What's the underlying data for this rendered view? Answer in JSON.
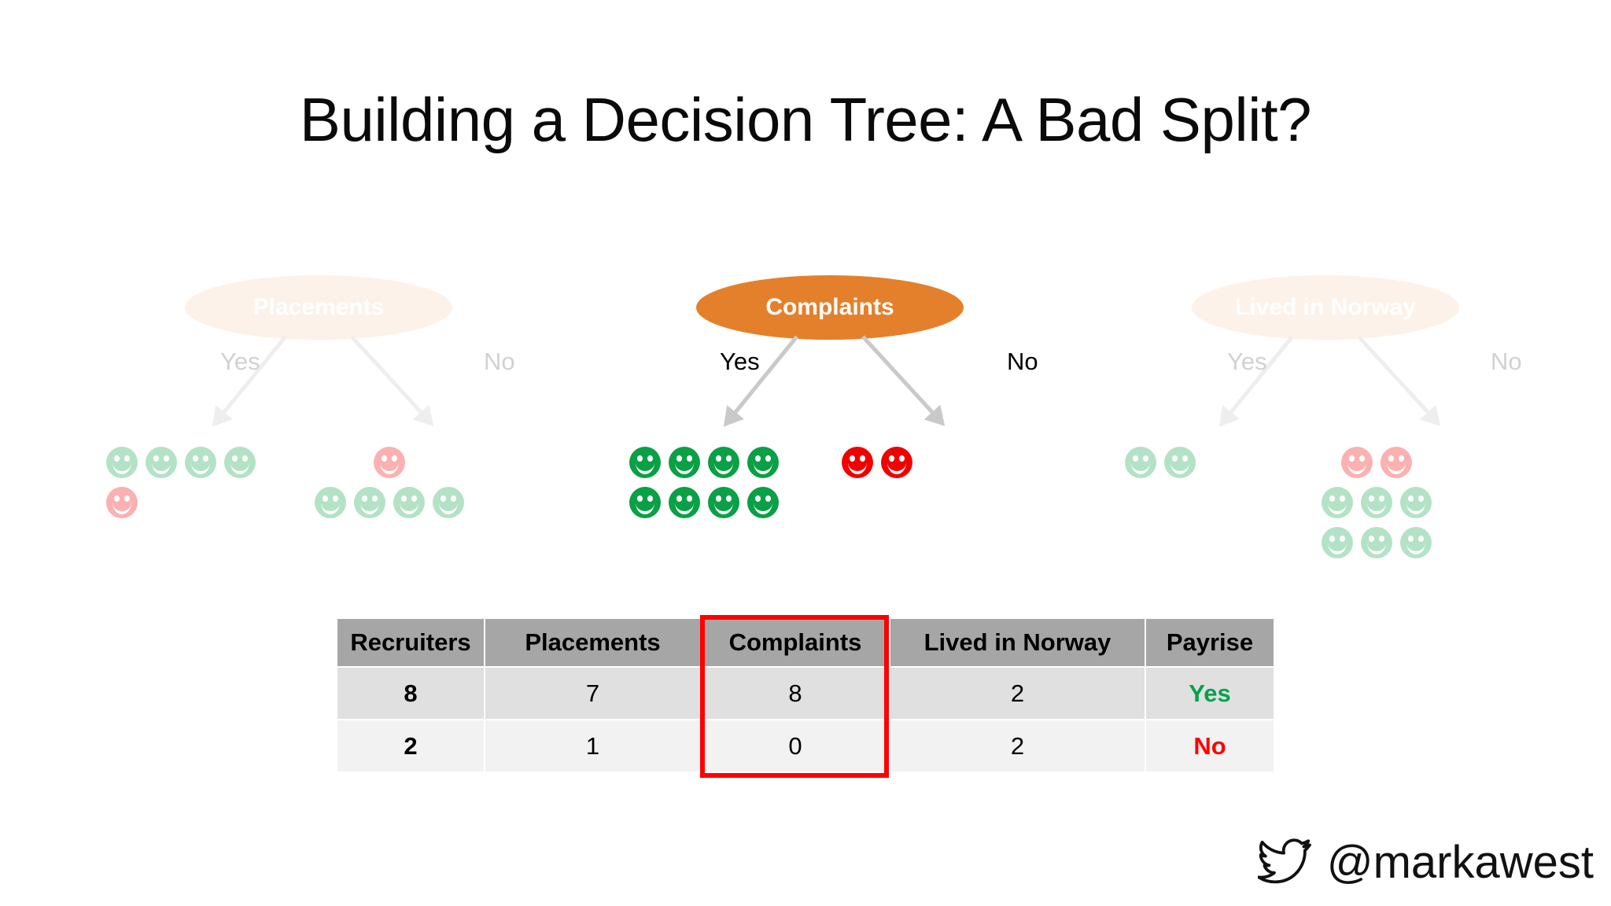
{
  "slide": {
    "title": "Building a Decision Tree: A Bad Split?",
    "background": "#ffffff"
  },
  "colors": {
    "node_active": "#e4802b",
    "node_faded": "#f7d6bd",
    "face_green": "#0aa045",
    "face_red": "#f20000",
    "face_green_faded": "#a8e0bd",
    "face_red_faded": "#f6b3b3",
    "arrow_gray": "#c9c9c9",
    "header_gray": "#a6a6a6",
    "row_alt_1": "#e0e0e0",
    "row_alt_2": "#f2f2f2",
    "highlight_red": "#ff0000",
    "payrise_yes": "#00a24b",
    "payrise_no": "#ff0000"
  },
  "trees": [
    {
      "id": "placements",
      "node_label": "Placements",
      "active": false,
      "yes_label": "Yes",
      "no_label": "No",
      "yes_branch": {
        "rows": [
          [
            "green",
            "green",
            "green",
            "green"
          ],
          [
            "red"
          ]
        ]
      },
      "no_branch": {
        "rows": [
          [
            "red"
          ],
          [
            "green",
            "green",
            "green",
            "green"
          ]
        ]
      }
    },
    {
      "id": "complaints",
      "node_label": "Complaints",
      "active": true,
      "yes_label": "Yes",
      "no_label": "No",
      "yes_branch": {
        "rows": [
          [
            "green",
            "green",
            "green",
            "green"
          ],
          [
            "green",
            "green",
            "green",
            "green"
          ]
        ]
      },
      "no_branch": {
        "rows": [
          [
            "red",
            "red"
          ]
        ]
      }
    },
    {
      "id": "lived-in-norway",
      "node_label": "Lived in Norway",
      "active": false,
      "yes_label": "Yes",
      "no_label": "No",
      "yes_branch": {
        "rows": [
          [
            "green",
            "green"
          ]
        ]
      },
      "no_branch": {
        "rows": [
          [
            "red",
            "red"
          ],
          [
            "green",
            "green",
            "green"
          ],
          [
            "green",
            "green",
            "green"
          ]
        ]
      }
    }
  ],
  "table": {
    "headers": [
      "Recruiters",
      "Placements",
      "Complaints",
      "Lived in Norway",
      "Payrise"
    ],
    "highlighted_column": "Complaints",
    "rows": [
      {
        "recruiters": "8",
        "placements": "7",
        "complaints": "8",
        "lived_in_norway": "2",
        "payrise": "Yes"
      },
      {
        "recruiters": "2",
        "placements": "1",
        "complaints": "0",
        "lived_in_norway": "2",
        "payrise": "No"
      }
    ]
  },
  "footer": {
    "handle": "@markawest",
    "icon": "twitter-bird-icon"
  }
}
